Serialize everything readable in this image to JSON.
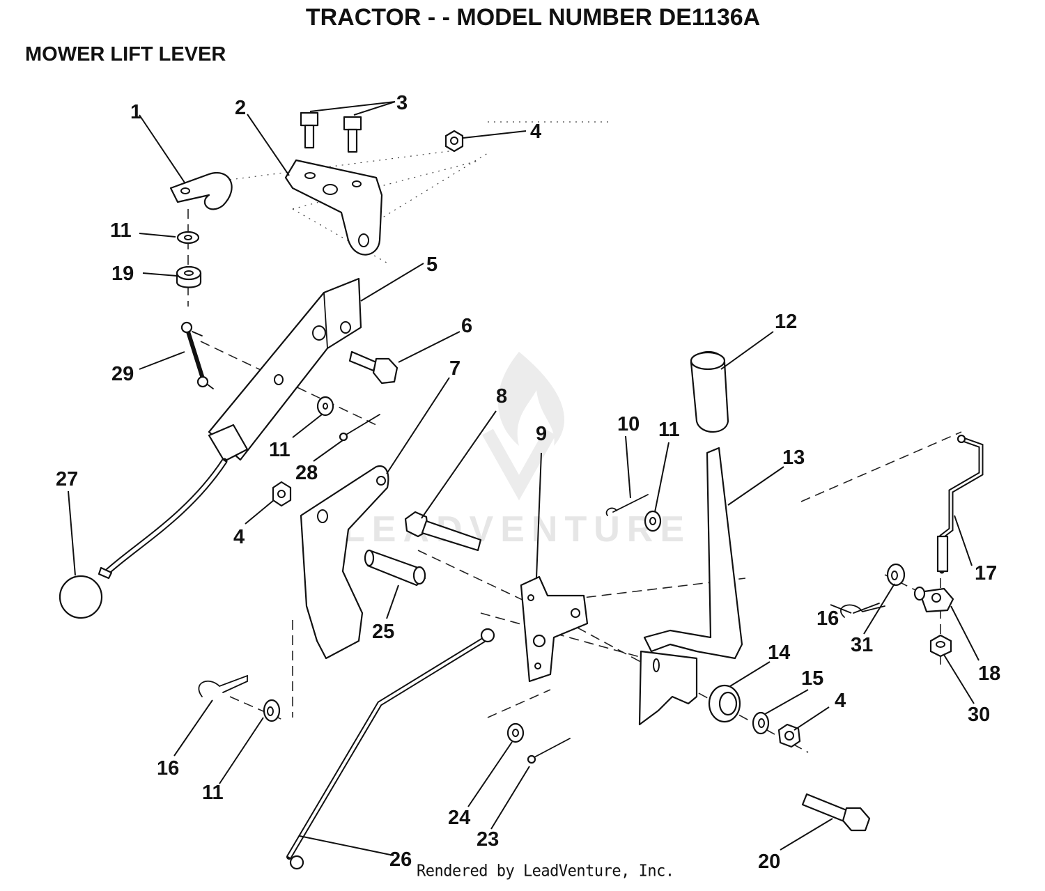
{
  "header": {
    "title": "TRACTOR - - MODEL NUMBER DE1136A",
    "subtitle": "MOWER LIFT LEVER"
  },
  "watermark": {
    "text": "LEADVENTURE"
  },
  "footer": {
    "text": "Rendered by LeadVenture, Inc."
  },
  "callouts": [
    {
      "id": "c1",
      "text": "1"
    },
    {
      "id": "c2",
      "text": "2"
    },
    {
      "id": "c3",
      "text": "3"
    },
    {
      "id": "c4a",
      "text": "4"
    },
    {
      "id": "c5",
      "text": "5"
    },
    {
      "id": "c6",
      "text": "6"
    },
    {
      "id": "c7",
      "text": "7"
    },
    {
      "id": "c8",
      "text": "8"
    },
    {
      "id": "c9",
      "text": "9"
    },
    {
      "id": "c10",
      "text": "10"
    },
    {
      "id": "c11a",
      "text": "11"
    },
    {
      "id": "c11b",
      "text": "11"
    },
    {
      "id": "c11c",
      "text": "11"
    },
    {
      "id": "c11d",
      "text": "11"
    },
    {
      "id": "c12",
      "text": "12"
    },
    {
      "id": "c13",
      "text": "13"
    },
    {
      "id": "c14",
      "text": "14"
    },
    {
      "id": "c15",
      "text": "15"
    },
    {
      "id": "c4b",
      "text": "4"
    },
    {
      "id": "c4c",
      "text": "4"
    },
    {
      "id": "c16a",
      "text": "16"
    },
    {
      "id": "c16b",
      "text": "16"
    },
    {
      "id": "c17",
      "text": "17"
    },
    {
      "id": "c18",
      "text": "18"
    },
    {
      "id": "c19",
      "text": "19"
    },
    {
      "id": "c20",
      "text": "20"
    },
    {
      "id": "c23",
      "text": "23"
    },
    {
      "id": "c24",
      "text": "24"
    },
    {
      "id": "c25",
      "text": "25"
    },
    {
      "id": "c26",
      "text": "26"
    },
    {
      "id": "c27",
      "text": "27"
    },
    {
      "id": "c28",
      "text": "28"
    },
    {
      "id": "c29",
      "text": "29"
    },
    {
      "id": "c30",
      "text": "30"
    },
    {
      "id": "c31",
      "text": "31"
    }
  ]
}
